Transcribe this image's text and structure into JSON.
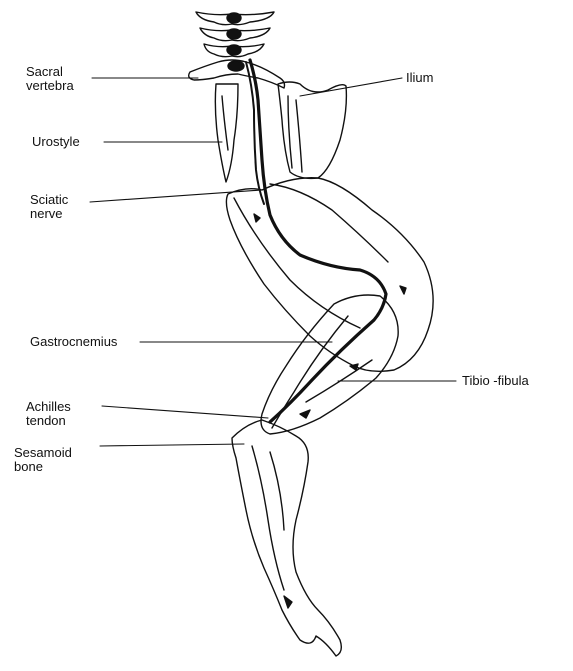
{
  "labels": {
    "sacral": [
      "Sacral",
      "vertebra"
    ],
    "urostyle": [
      "Urostyle"
    ],
    "sciatic": [
      "Sciatic",
      "nerve"
    ],
    "gastrocnemius": [
      "Gastrocnemius"
    ],
    "achilles": [
      "Achilles",
      "tendon"
    ],
    "sesamoid": [
      "Sesamoid",
      "bone"
    ],
    "ilium": [
      "Ilium"
    ],
    "tibio_fibula": [
      "Tibio -fibula"
    ]
  },
  "colors": {
    "ink": "#111111",
    "paper": "#ffffff"
  }
}
